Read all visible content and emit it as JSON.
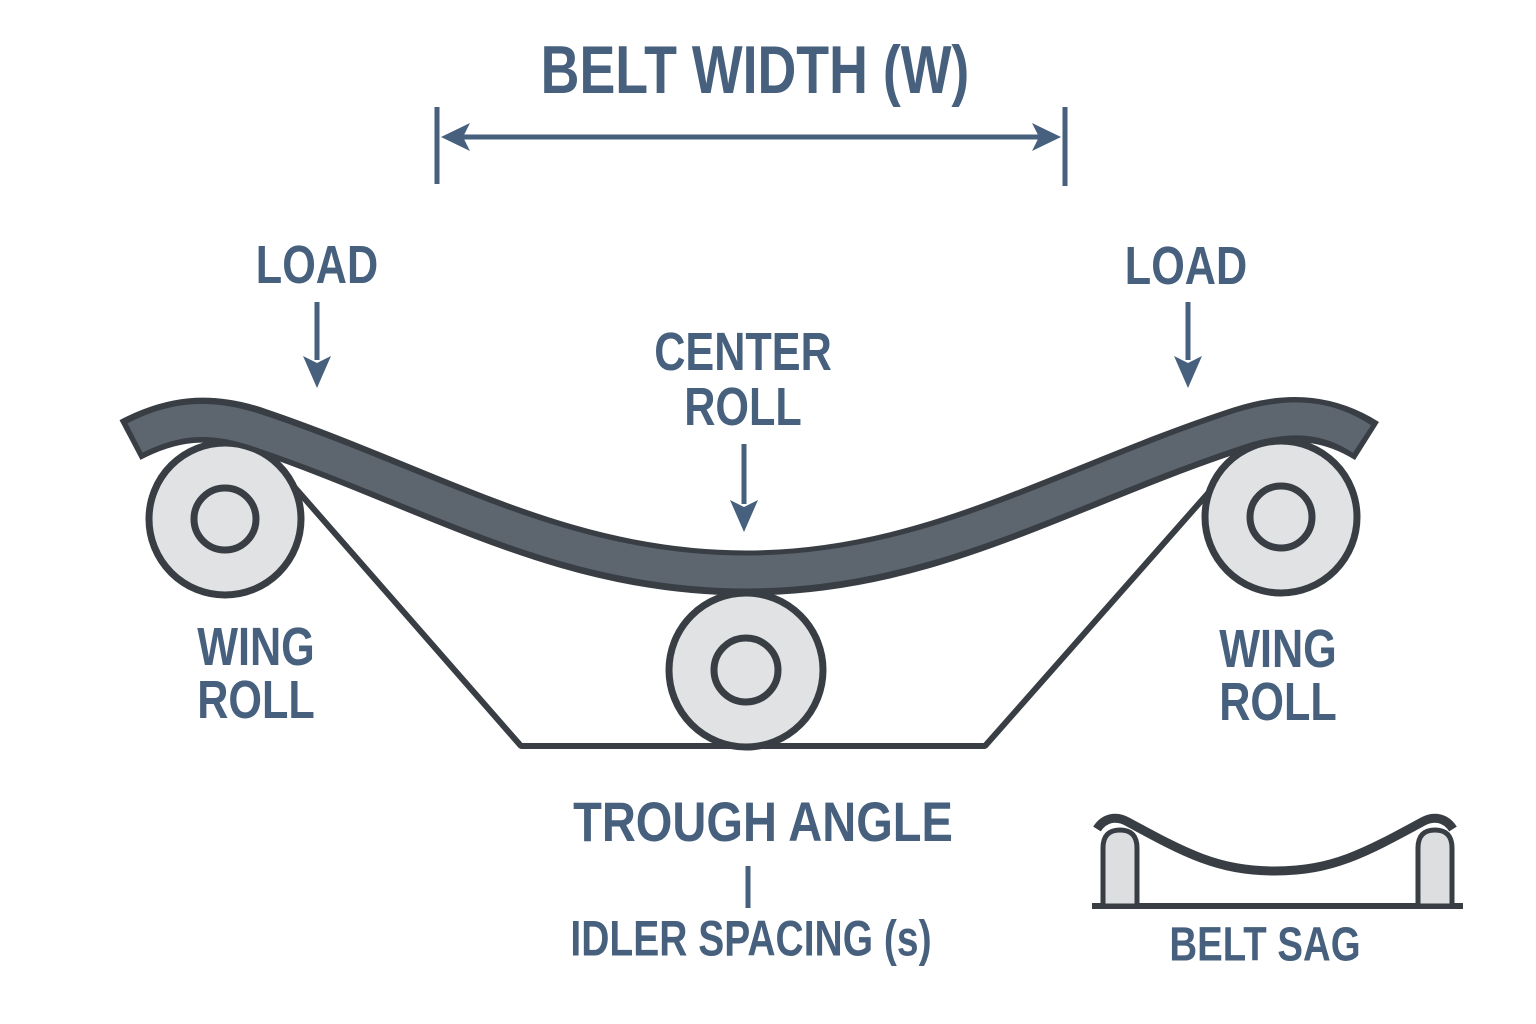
{
  "diagram": {
    "title": "BELT WIDTH (W)",
    "load_left": "LOAD",
    "load_right": "LOAD",
    "center_roll": "CENTER\nROLL",
    "wing_roll_left": "WING\nROLL",
    "wing_roll_right": "WING\nROLL",
    "trough_angle": "TROUGH ANGLE",
    "idler_spacing": "IDLER SPACING (s)",
    "belt_sag": "BELT SAG"
  },
  "colors": {
    "label_text": "#46607d",
    "arrow_accent": "#46607d",
    "belt_fill": "#5d656f",
    "dark_outline": "#383e44",
    "roller_fill": "#e1e2e4",
    "post_fill": "#dcdee0",
    "background": "#ffffff"
  }
}
